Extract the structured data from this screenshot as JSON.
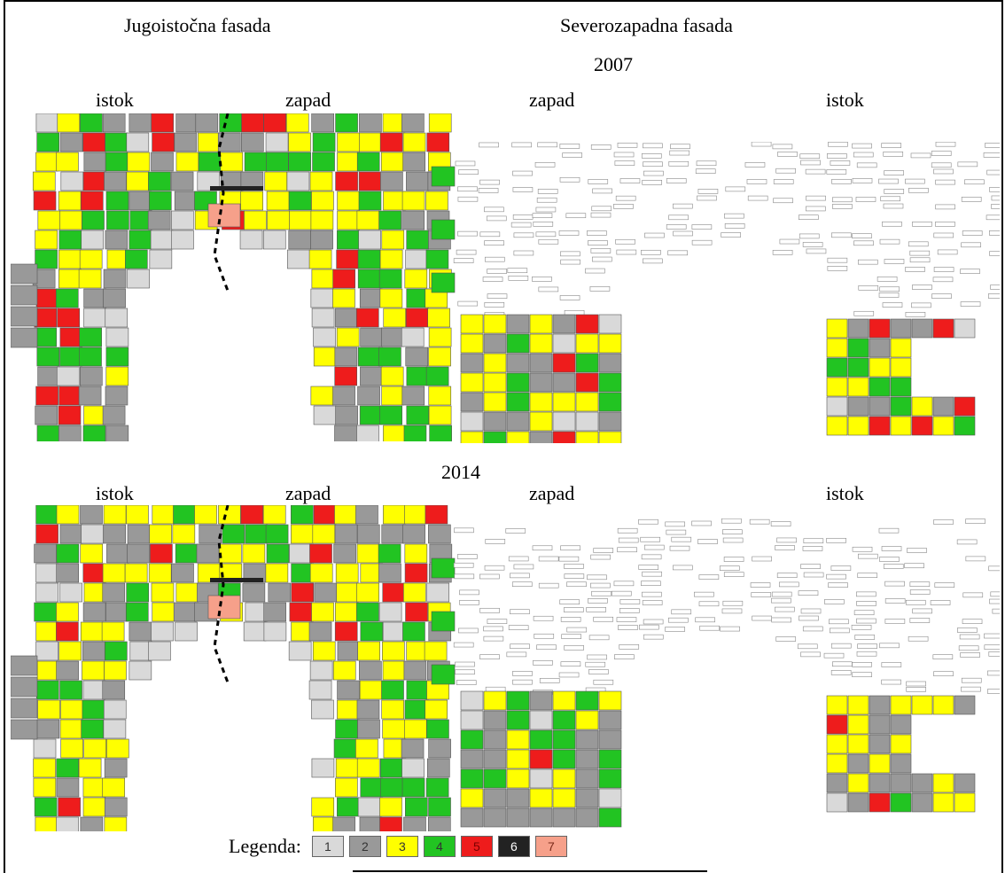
{
  "facades": {
    "southeast": "Jugoistočna fasada",
    "northwest": "Severozapadna fasada"
  },
  "rows": [
    {
      "year": "2007",
      "labels": {
        "se_left": "istok",
        "se_right": "zapad",
        "nw_left": "zapad",
        "nw_right": "istok"
      }
    },
    {
      "year": "2014",
      "labels": {
        "se_left": "istok",
        "se_right": "zapad",
        "nw_left": "zapad",
        "nw_right": "istok"
      }
    }
  ],
  "legend": {
    "title": "Legenda:",
    "items": [
      {
        "label": "1",
        "color": "#d9d9d9",
        "text_color": "#333333"
      },
      {
        "label": "2",
        "color": "#999999",
        "text_color": "#333333"
      },
      {
        "label": "3",
        "color": "#ffff00",
        "text_color": "#333333"
      },
      {
        "label": "4",
        "color": "#22c422",
        "text_color": "#333333"
      },
      {
        "label": "5",
        "color": "#ee1c1c",
        "text_color": "#7a0000"
      },
      {
        "label": "6",
        "color": "#222222",
        "text_color": "#ffffff"
      },
      {
        "label": "7",
        "color": "#f6a08a",
        "text_color": "#7a2a1a"
      }
    ]
  }
}
